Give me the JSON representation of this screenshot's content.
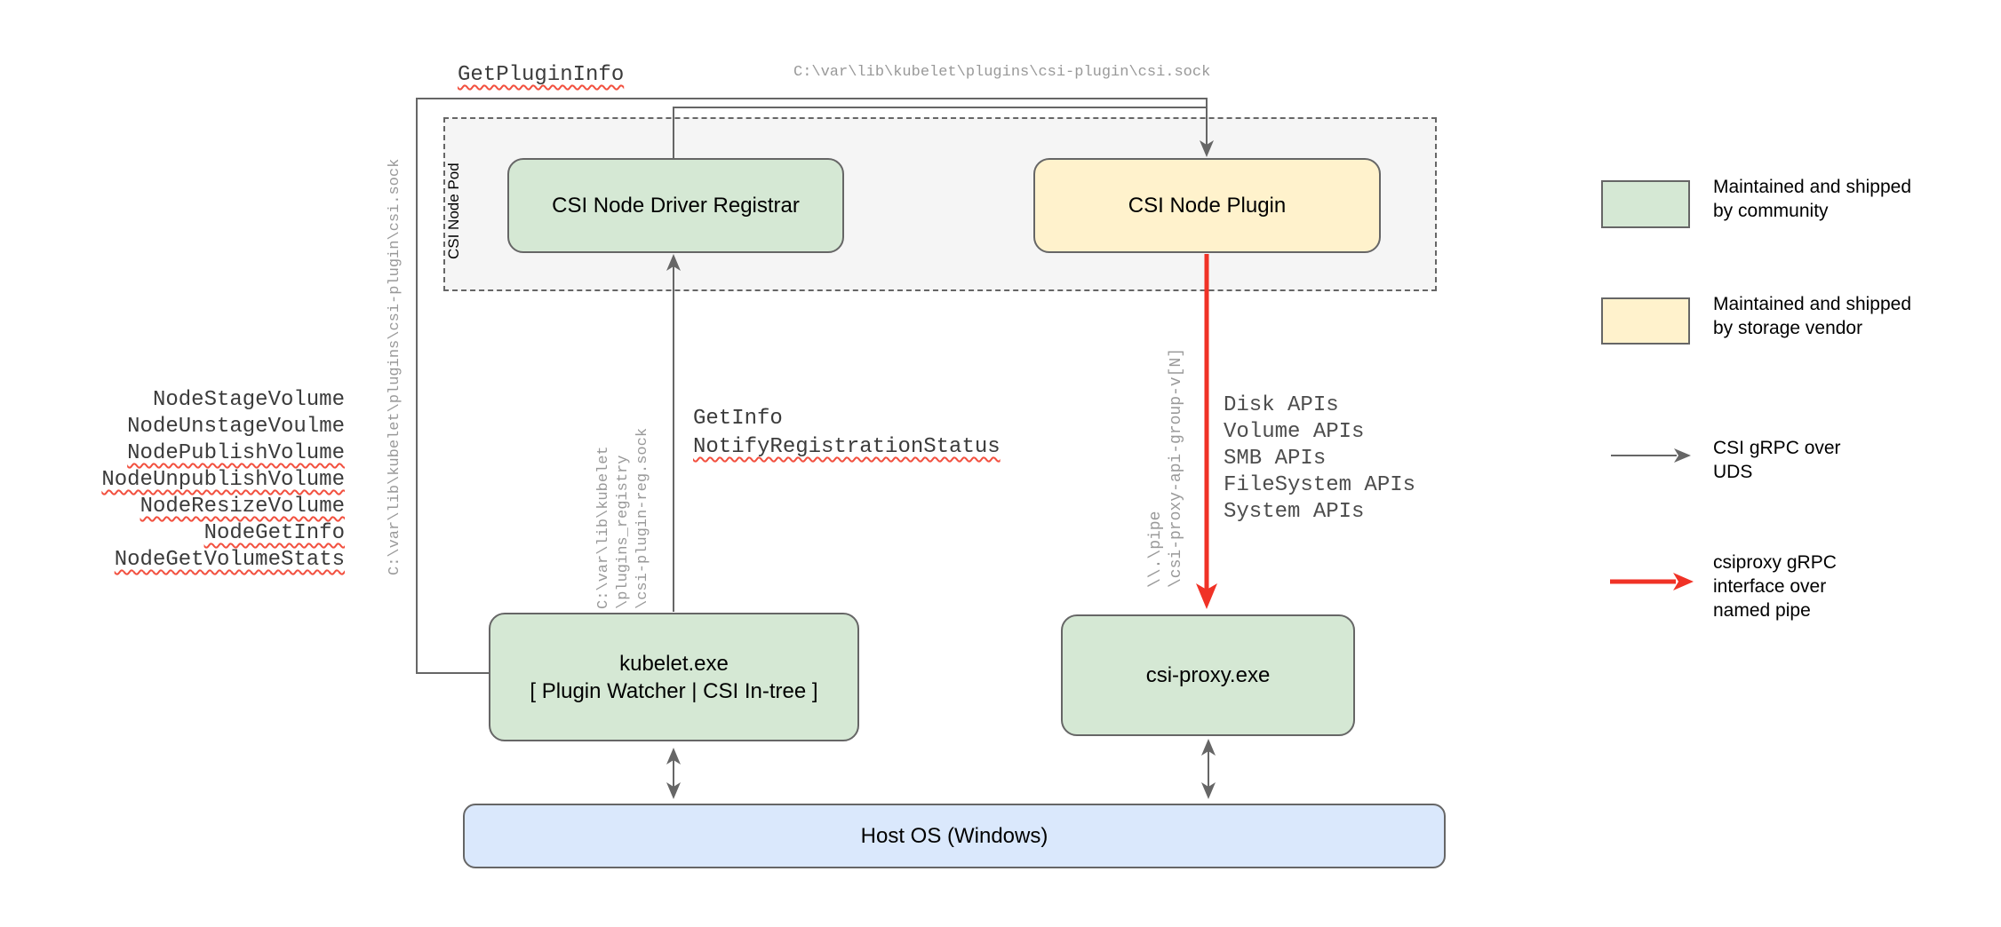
{
  "colors": {
    "community_green": "#d5e8d4",
    "vendor_yellow": "#fff2cc",
    "host_blue": "#dae8fc",
    "pod_fill_gray": "#f5f5f5",
    "stroke_gray": "#666666",
    "grpc_red": "#f03226",
    "squiggle_red": "#f2503f",
    "path_label_gray": "#999999"
  },
  "diagram": {
    "pod_label": "CSI Node Pod",
    "boxes": {
      "registrar": "CSI Node Driver Registrar",
      "plugin": "CSI Node Plugin",
      "kubelet_line1": "kubelet.exe",
      "kubelet_line2": "[ Plugin Watcher | CSI In-tree ]",
      "csi_proxy": "csi-proxy.exe",
      "host_os": "Host OS (Windows)"
    },
    "labels": {
      "get_plugin_info": "GetPluginInfo",
      "csi_sock_top": "C:\\var\\lib\\kubelet\\plugins\\csi-plugin\\csi.sock",
      "csi_sock_left": "C:\\var\\lib\\kubelet\\plugins\\csi-plugin\\csi.sock",
      "registry_sock": "C:\\var\\lib\\kubelet\n\\plugins_registry\n\\csi-plugin-reg.sock",
      "get_info": "GetInfo",
      "notify_registration_status": "NotifyRegistrationStatus",
      "named_pipe": "\\\\.\\pipe\n\\csi-proxy-api-group-v[N]"
    },
    "node_calls": [
      {
        "label": "NodeStageVolume"
      },
      {
        "label": "NodeUnstageVoulme"
      },
      {
        "label": "NodePublishVolume"
      },
      {
        "label": "NodeUnpublishVolume"
      },
      {
        "label": "NodeResizeVolume"
      },
      {
        "label": "NodeGetInfo"
      },
      {
        "label": "NodeGetVolumeStats"
      }
    ],
    "api_calls": [
      {
        "label": "Disk APIs"
      },
      {
        "label": "Volume APIs"
      },
      {
        "label": "SMB APIs"
      },
      {
        "label": "FileSystem APIs"
      },
      {
        "label": "System APIs"
      }
    ],
    "legend": {
      "community": "Maintained and shipped\nby community",
      "vendor": "Maintained and shipped\nby storage vendor",
      "csi_grpc": "CSI gRPC over\nUDS",
      "csiproxy_grpc": "csiproxy gRPC\ninterface over\nnamed pipe"
    }
  }
}
